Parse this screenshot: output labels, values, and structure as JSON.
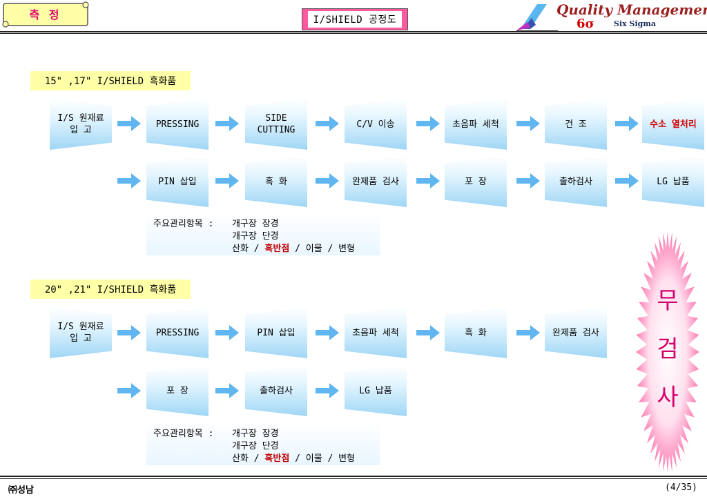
{
  "header": {
    "tag": "측  정",
    "title": "I/SHIELD 공정도",
    "logo_text": "Quality Management",
    "logo_sigma": "6σ",
    "logo_sub": "Six Sigma"
  },
  "section1": {
    "label": "15\" ,17\" I/SHIELD 흑화품",
    "row1": [
      "I/S 원재료\n입  고",
      "PRESSING",
      "SIDE\nCUTTING",
      "C/V 이송",
      "초음파 세척",
      "건  조",
      "수소 열처리"
    ],
    "row2": [
      "PIN 삽입",
      "흑  화",
      "완제품 검사",
      "포  장",
      "출하검사",
      "LG 납품"
    ],
    "note": {
      "label": "주요관리항목 :",
      "line1": "개구장 장경",
      "line2": "개구장 단경",
      "line3_a": "산화 / ",
      "line3_kw": "흑반점",
      "line3_b": " / 이물 / 변형"
    }
  },
  "section2": {
    "label": "20\" ,21\" I/SHIELD 흑화품",
    "row1": [
      "I/S 원재료\n입  고",
      "PRESSING",
      "PIN 삽입",
      "초음파 세척",
      "흑  화",
      "완제품 검사"
    ],
    "row2": [
      "포  장",
      "출하검사",
      "LG 납품"
    ],
    "note": {
      "label": "주요관리항목 :",
      "line1": "개구장 장경",
      "line2": "개구장 단경",
      "line3_a": "산화 / ",
      "line3_kw": "흑반점",
      "line3_b": " / 이물 / 변형"
    }
  },
  "burst": {
    "c1": "무",
    "c2": "검",
    "c3": "사"
  },
  "footer": {
    "company": "㈜성남",
    "page": "(4/35)"
  },
  "colors": {
    "accent_pink": "#ff5aa0",
    "label_yellow": "#ffffa8",
    "box_blue": "#9fd6f5",
    "arrow_blue": "#5fb6f0",
    "highlight_red": "#d00000"
  }
}
